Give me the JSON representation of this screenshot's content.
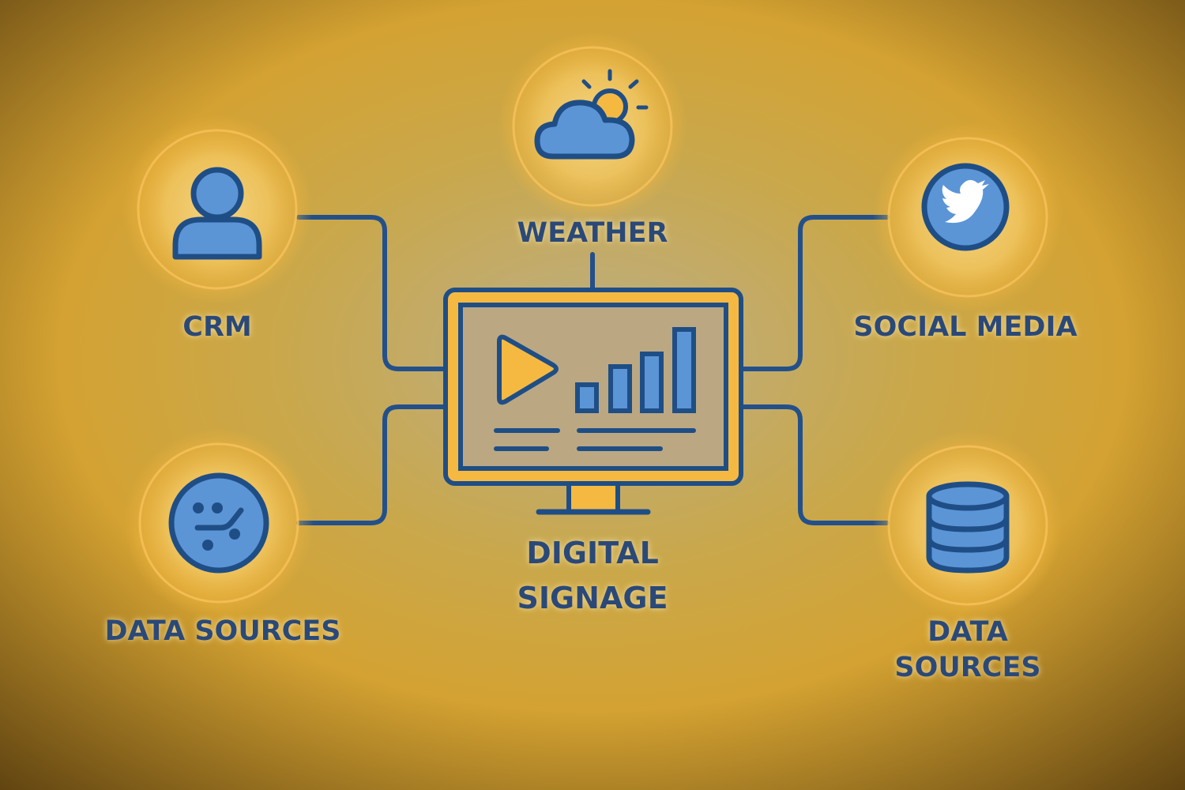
{
  "diagram": {
    "center": {
      "label_line1": "DIGITAL",
      "label_line2": "SIGNAGE",
      "icon": "monitor-icon"
    },
    "nodes": [
      {
        "id": "crm",
        "label": "CRM",
        "icon": "user-icon"
      },
      {
        "id": "weather",
        "label": "WEATHER",
        "icon": "cloud-sun-icon"
      },
      {
        "id": "social",
        "label": "SOCIAL MEDIA",
        "icon": "twitter-bird-icon"
      },
      {
        "id": "data-left",
        "label": "DATA SOURCES",
        "icon": "percent-dial-icon"
      },
      {
        "id": "data-right",
        "label_line1": "DATA",
        "label_line2": "SOURCES",
        "icon": "database-icon"
      }
    ]
  },
  "colors": {
    "accent_blue": "#5b95d6",
    "outline_navy": "#1f4e86",
    "accent_yellow": "#f5b942",
    "background_gold": "#d9aa3a"
  }
}
